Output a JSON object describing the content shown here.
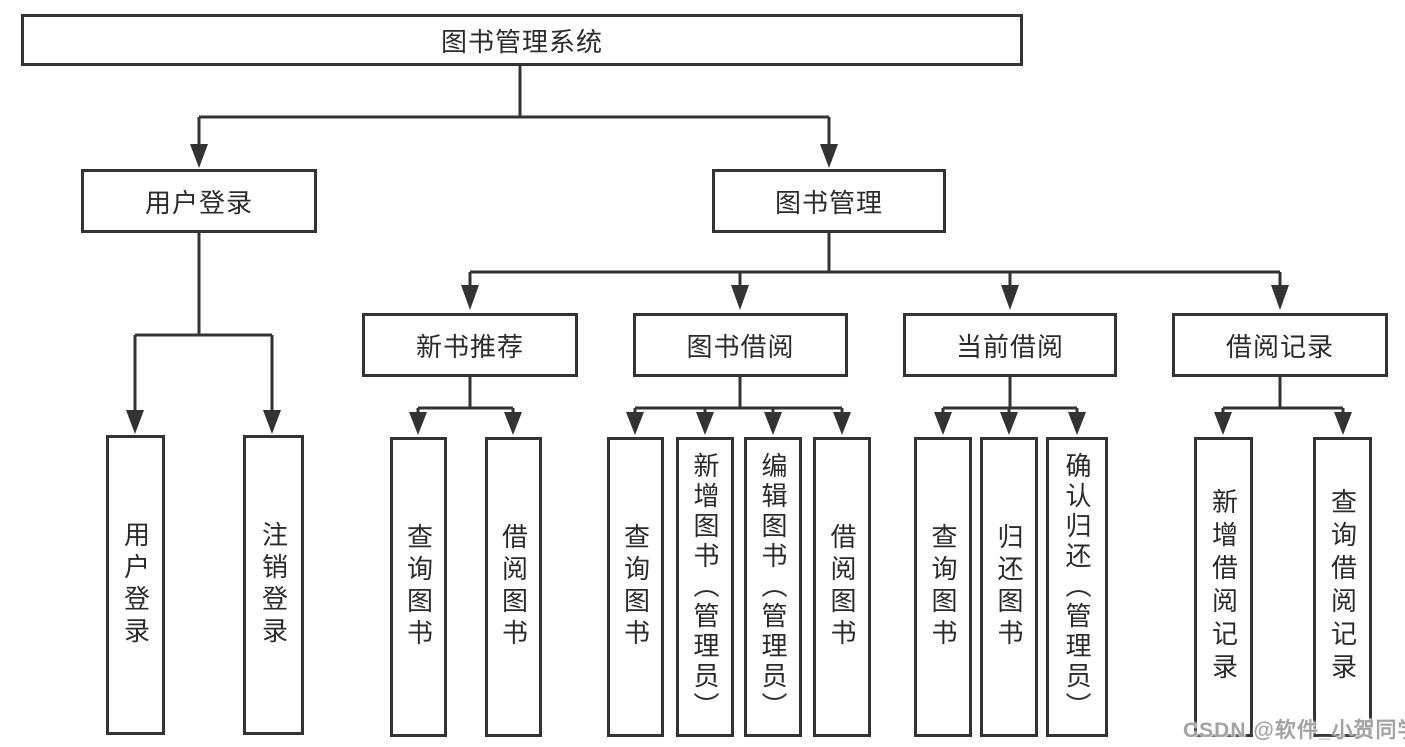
{
  "tree": {
    "root": {
      "label": "图书管理系统"
    },
    "branches": [
      {
        "label": "用户登录",
        "leaves": [
          {
            "label": "用户登录"
          },
          {
            "label": "注销登录"
          }
        ]
      },
      {
        "label": "图书管理",
        "groups": [
          {
            "label": "新书推荐",
            "leaves": [
              {
                "label": "查询图书"
              },
              {
                "label": "借阅图书"
              }
            ]
          },
          {
            "label": "图书借阅",
            "leaves": [
              {
                "label": "查询图书"
              },
              {
                "label": "新增图书（管理员）"
              },
              {
                "label": "编辑图书（管理员）"
              },
              {
                "label": "借阅图书"
              }
            ]
          },
          {
            "label": "当前借阅",
            "leaves": [
              {
                "label": "查询图书"
              },
              {
                "label": "归还图书"
              },
              {
                "label": "确认归还（管理员）"
              }
            ]
          },
          {
            "label": "借阅记录",
            "leaves": [
              {
                "label": "新增借阅记录"
              },
              {
                "label": "查询借阅记录"
              }
            ]
          }
        ]
      }
    ]
  },
  "watermark": {
    "text": "CSDN @软件_小贺同学"
  },
  "colors": {
    "line": "#333333",
    "box_border": "#333333",
    "box_fill": "#ffffff",
    "text": "#2b2b2b",
    "watermark": "#a3a3a3"
  }
}
